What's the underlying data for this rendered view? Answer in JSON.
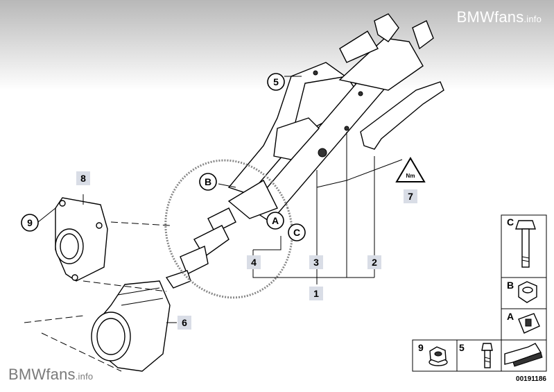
{
  "watermark": {
    "brand": "BMWfans",
    "suffix": ".info"
  },
  "callouts": {
    "part_1": "1",
    "part_2": "2",
    "part_3": "3",
    "part_4": "4",
    "part_5": "5",
    "part_6": "6",
    "part_7": "7",
    "part_8": "8",
    "part_9": "9"
  },
  "markers": {
    "a": "A",
    "b": "B",
    "c": "C"
  },
  "legend": {
    "c_label": "C",
    "b_label": "B",
    "a_label": "A",
    "nut_label": "9",
    "bolt_label": "5"
  },
  "diagram_code": "00191186",
  "warning_sign_text": "Nm"
}
